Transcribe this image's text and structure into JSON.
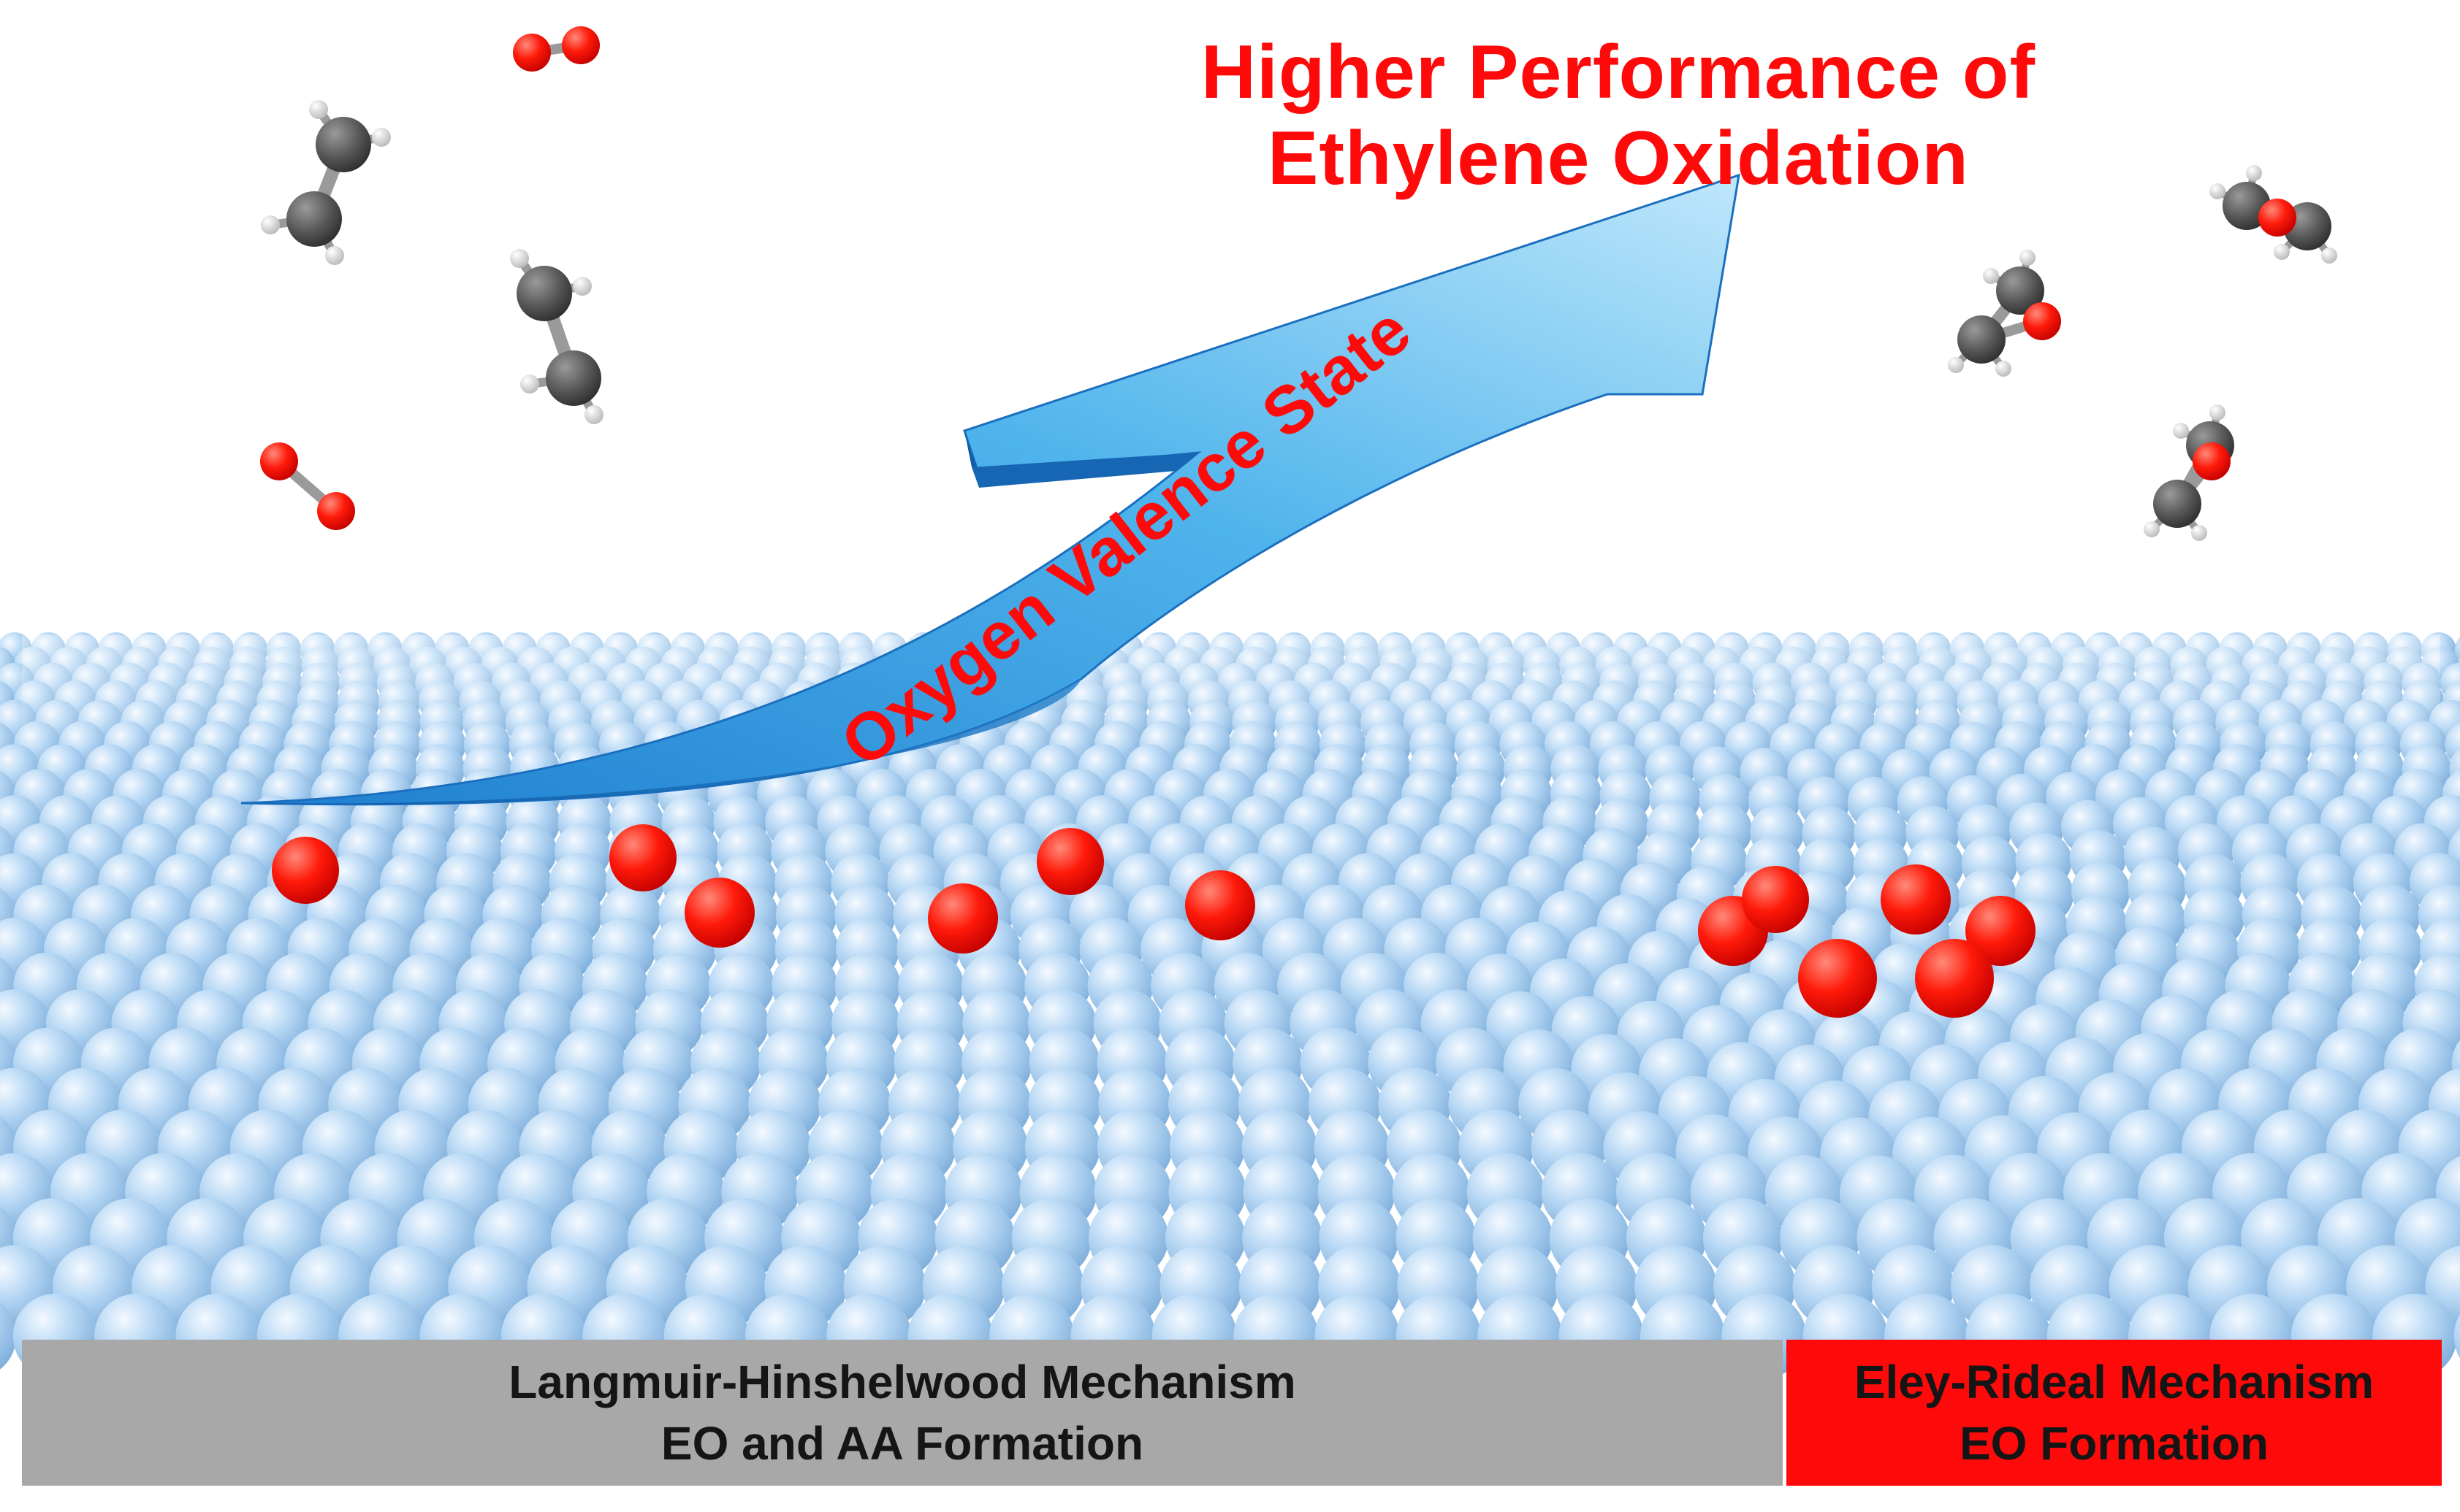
{
  "heading": {
    "line1": "Higher Performance of",
    "line2": "Ethylene Oxidation"
  },
  "arrow_label": "Oxygen Valence State",
  "mechanisms": {
    "langmuir_hinshelwood": {
      "title": "Langmuir-Hinshelwood Mechanism",
      "subtitle": "EO and AA Formation"
    },
    "eley_rideal": {
      "title": "Eley-Rideal Mechanism",
      "subtitle": "EO Formation"
    }
  },
  "colors": {
    "surface_atom": "#a9cff0",
    "oxygen": "#ff1a0a",
    "carbon": "#5a5a5a",
    "hydrogen": "#d8d8d8",
    "arrow": "#3a9fe0",
    "accent_red": "#ff0a0a",
    "bar_gray": "#a8a8a8"
  }
}
